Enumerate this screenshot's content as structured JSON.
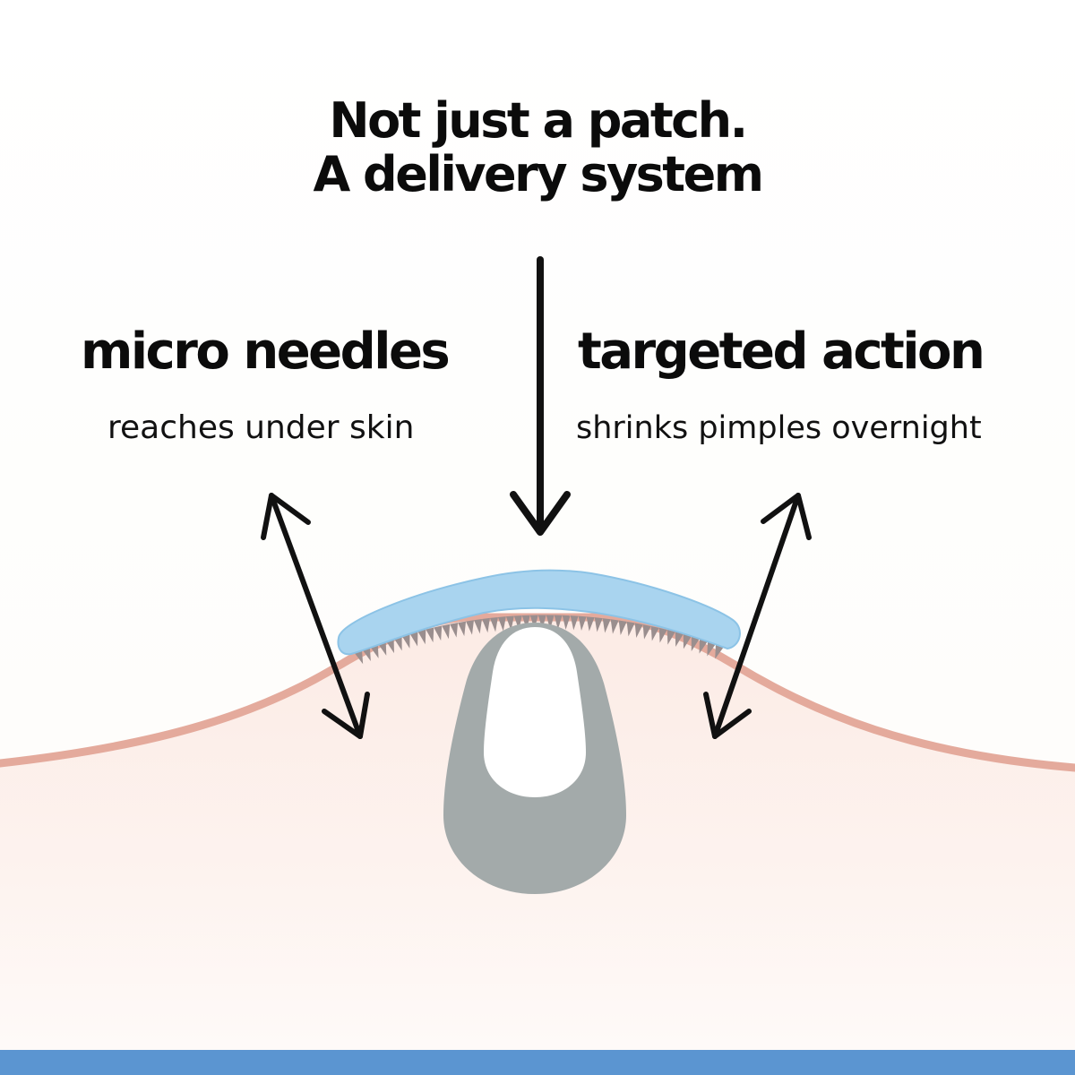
{
  "headline": {
    "line1": "Not just a patch.",
    "line2": "A delivery system"
  },
  "features": {
    "left": {
      "title": "micro needles",
      "description": "reaches under skin"
    },
    "right": {
      "title": "targeted action",
      "description": "shrinks pimples overnight"
    }
  },
  "colors": {
    "text": "#0b0b0b",
    "patch": "#a9d4ef",
    "patch_edge": "#8cc3e6",
    "needles": "#9a8e8e",
    "skin_line": "#e4aa9c",
    "skin_fill": "#fbe7e1",
    "pimple": "#a3aaaa",
    "pimple_core": "#ffffff",
    "arrow": "#111111",
    "bottom_band": "#5b95d1"
  }
}
